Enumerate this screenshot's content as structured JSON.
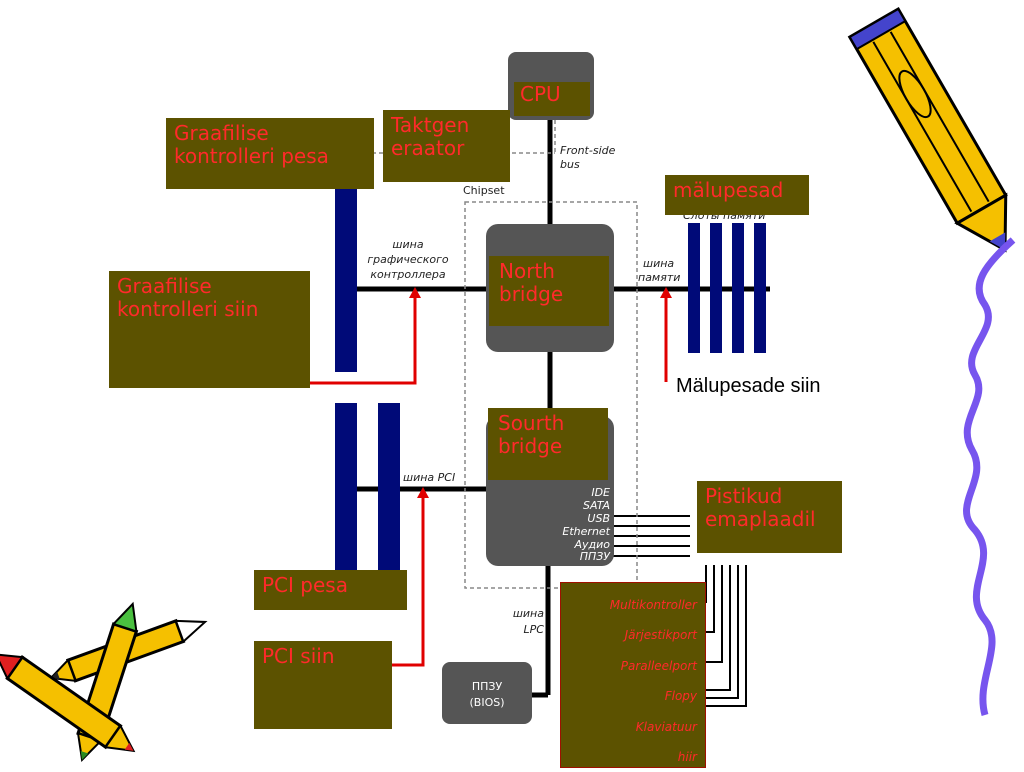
{
  "labels": {
    "cpu": "CPU",
    "taktgeneraator": "Taktgen eraator",
    "graafilise_pesa": "Graafilise kontrolleri pesa",
    "graafilise_siin": "Graafilise kontrolleri siin",
    "malupesad": "mälupesad",
    "north_bridge": "North bridge",
    "south_bridge": "Sourth bridge",
    "pistikud": "Pistikud emaplaadil",
    "pci_pesa": "PCI pesa",
    "pci_siin": "PCI  siin",
    "malupesade_siin": "Mälupesade siin"
  },
  "multi_list": [
    "Multikontroller",
    "Järjestikport",
    "Paralleelport",
    "Flopy",
    "Klaviatuur",
    "hiir"
  ],
  "diagram_text": {
    "front_side_bus": [
      "Front-side",
      "bus"
    ],
    "chipset": "Chipset",
    "shina_graph": [
      "шина",
      "графического",
      "контроллера"
    ],
    "sloty_pamyati": "Слоты памяти",
    "shina_pamyati": [
      "шина",
      "памяти"
    ],
    "shina_pci": "шина PCI",
    "shina_lpc": [
      "шина",
      "LPC"
    ],
    "bios": [
      "ППЗУ",
      "(BIOS)"
    ],
    "south_ports": [
      "IDE",
      "SATA",
      "USB",
      "Ethernet",
      "Аудио",
      "ППЗУ"
    ]
  },
  "colors": {
    "label_bg": "#5c5200",
    "label_text": "#ff2a2a",
    "slot_blue": "#000a78",
    "chip_grey": "#555555",
    "arrow_red": "#e00000",
    "wavy_line": "#7755ee"
  },
  "icons": [
    "pencil-icon",
    "crayons-icon",
    "wavy-line"
  ]
}
